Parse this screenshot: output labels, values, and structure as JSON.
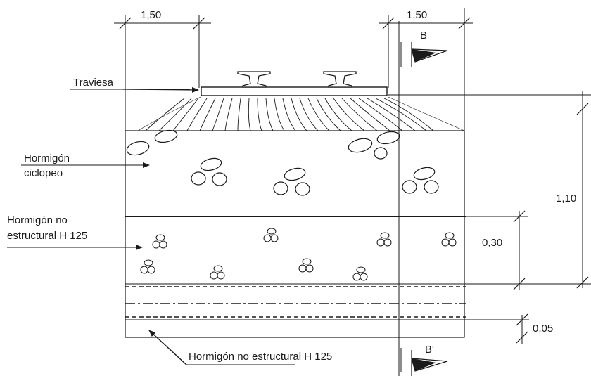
{
  "dimensions": {
    "top_left": "1,50",
    "top_right": "1,50",
    "total_height": "1,10",
    "lower_layer": "0,30",
    "bottom_layer": "0,05"
  },
  "sections": {
    "top": "B",
    "bottom": "B'"
  },
  "labels": {
    "traviesa": "Traviesa",
    "ciclopeo_1": "Hormigón",
    "ciclopeo_2": "ciclopeo",
    "no_estructural_1": "Hormigón no",
    "no_estructural_2": "estructural H 125",
    "bottom": "Hormigón no estructural H 125"
  }
}
